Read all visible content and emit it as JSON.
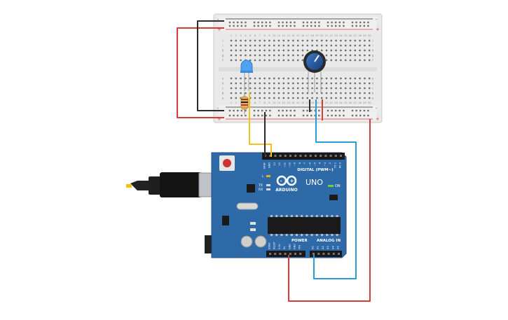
{
  "board": {
    "logo": "ARDUINO",
    "model": "UNO",
    "header_digital": "DIGITAL (PWM~)",
    "header_power": "POWER",
    "header_analog": "ANALOG IN",
    "led_on": "ON",
    "led_l": "L",
    "led_tx": "TX",
    "led_rx": "RX",
    "digital_pins": [
      "AREF",
      "GND",
      "13",
      "12",
      "~11",
      "~10",
      "~9",
      "8",
      "7",
      "~6",
      "~5",
      "4",
      "~3",
      "2",
      "TX 1",
      "RX 0"
    ],
    "power_pins": [
      "IOREF",
      "RESET",
      "3.3V",
      "5V",
      "GND",
      "GND",
      "VIN"
    ],
    "analog_pins": [
      "A0",
      "A1",
      "A2",
      "A3",
      "A4",
      "A5"
    ]
  },
  "breadboard": {
    "columns": [
      "1",
      "2",
      "3",
      "4",
      "5",
      "6",
      "7",
      "8",
      "9",
      "10",
      "11",
      "12",
      "13",
      "14",
      "15",
      "16",
      "17",
      "18",
      "19",
      "20",
      "21",
      "22",
      "23",
      "24",
      "25",
      "26",
      "27",
      "28",
      "29",
      "30"
    ],
    "rows_top": [
      "j",
      "i",
      "h",
      "g",
      "f"
    ],
    "rows_bottom": [
      "e",
      "d",
      "c",
      "b",
      "a"
    ],
    "rail_minus": "-",
    "rail_plus": "+"
  },
  "colors": {
    "wire_red": "#d63a3a",
    "wire_black": "#2b2b2b",
    "wire_yellow": "#f2c21b",
    "wire_blue": "#2a9bd6",
    "board_blue": "#2f6aa8",
    "led_blue": "#4fa3ee",
    "pot_blue": "#1e4f96"
  }
}
